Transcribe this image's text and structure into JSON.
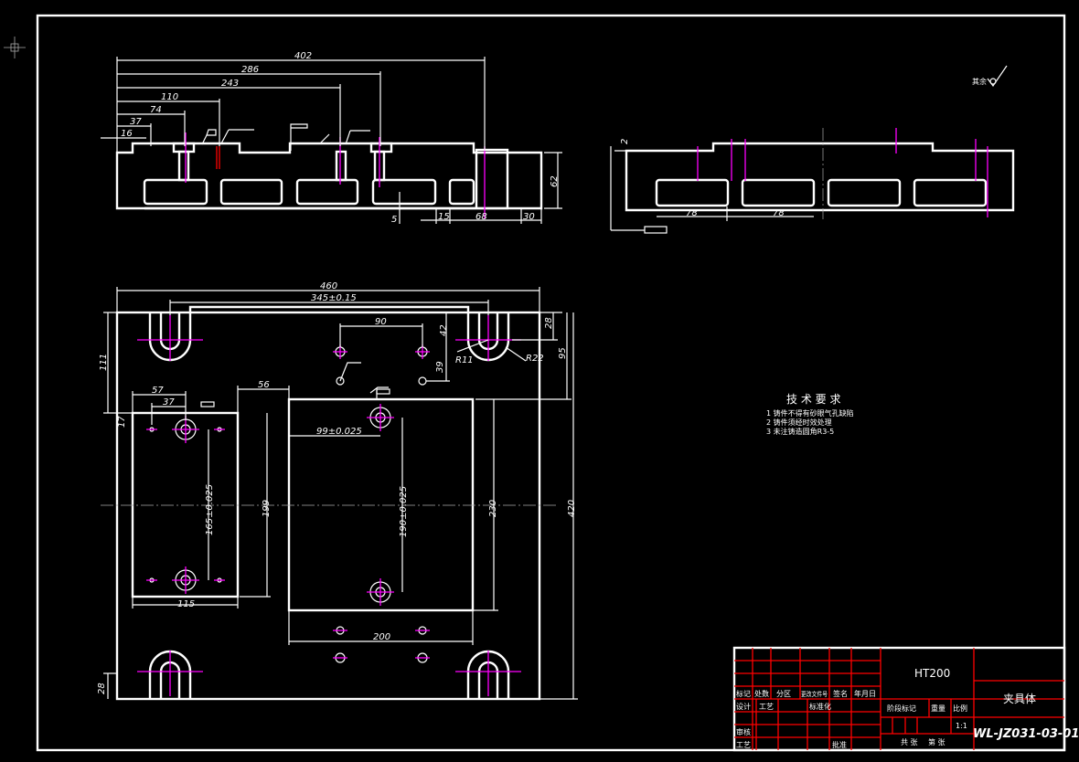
{
  "drawing": {
    "front_section_dims": [
      "402",
      "286",
      "243",
      "110",
      "74",
      "37",
      "16",
      "62",
      "5",
      "15",
      "68",
      "30"
    ],
    "side_view_dims": [
      "2",
      "78",
      "78"
    ],
    "plan_view_dims": [
      "460",
      "345±0.15",
      "90",
      "42",
      "28",
      "95",
      "R11",
      "R22",
      "39",
      "111",
      "57",
      "37",
      "56",
      "17",
      "99±0.025",
      "165±0.025",
      "199",
      "190±0.025",
      "230",
      "420",
      "115",
      "200",
      "28"
    ],
    "roughness_note": "其余",
    "technical_requirements": {
      "title": "技 术 要 求",
      "items": [
        "1  铸件不得有砂眼气孔缺陷",
        "2  铸件须经时效处理",
        "3  未注铸造圆角R3-5"
      ]
    }
  },
  "title_block": {
    "material": "HT200",
    "part_name": "夹具体",
    "drawing_number": "WL-JZ031-03-01",
    "headers": [
      "标记",
      "处数",
      "分区",
      "更改文件号",
      "签名",
      "年月日"
    ],
    "design": "设计",
    "standardization": "标准化",
    "process": "工艺",
    "review": "审核",
    "approve": "批准",
    "stage_mark": "阶段标记",
    "weight": "重量",
    "scale_label": "比例",
    "scale": "1:1",
    "sheets_total": "共  张",
    "sheet_no": "第  张"
  },
  "colors": {
    "background": "#000000",
    "lines": "#ffffff",
    "centerlines": "#ff00ff",
    "title_grid": "#ff0000"
  }
}
